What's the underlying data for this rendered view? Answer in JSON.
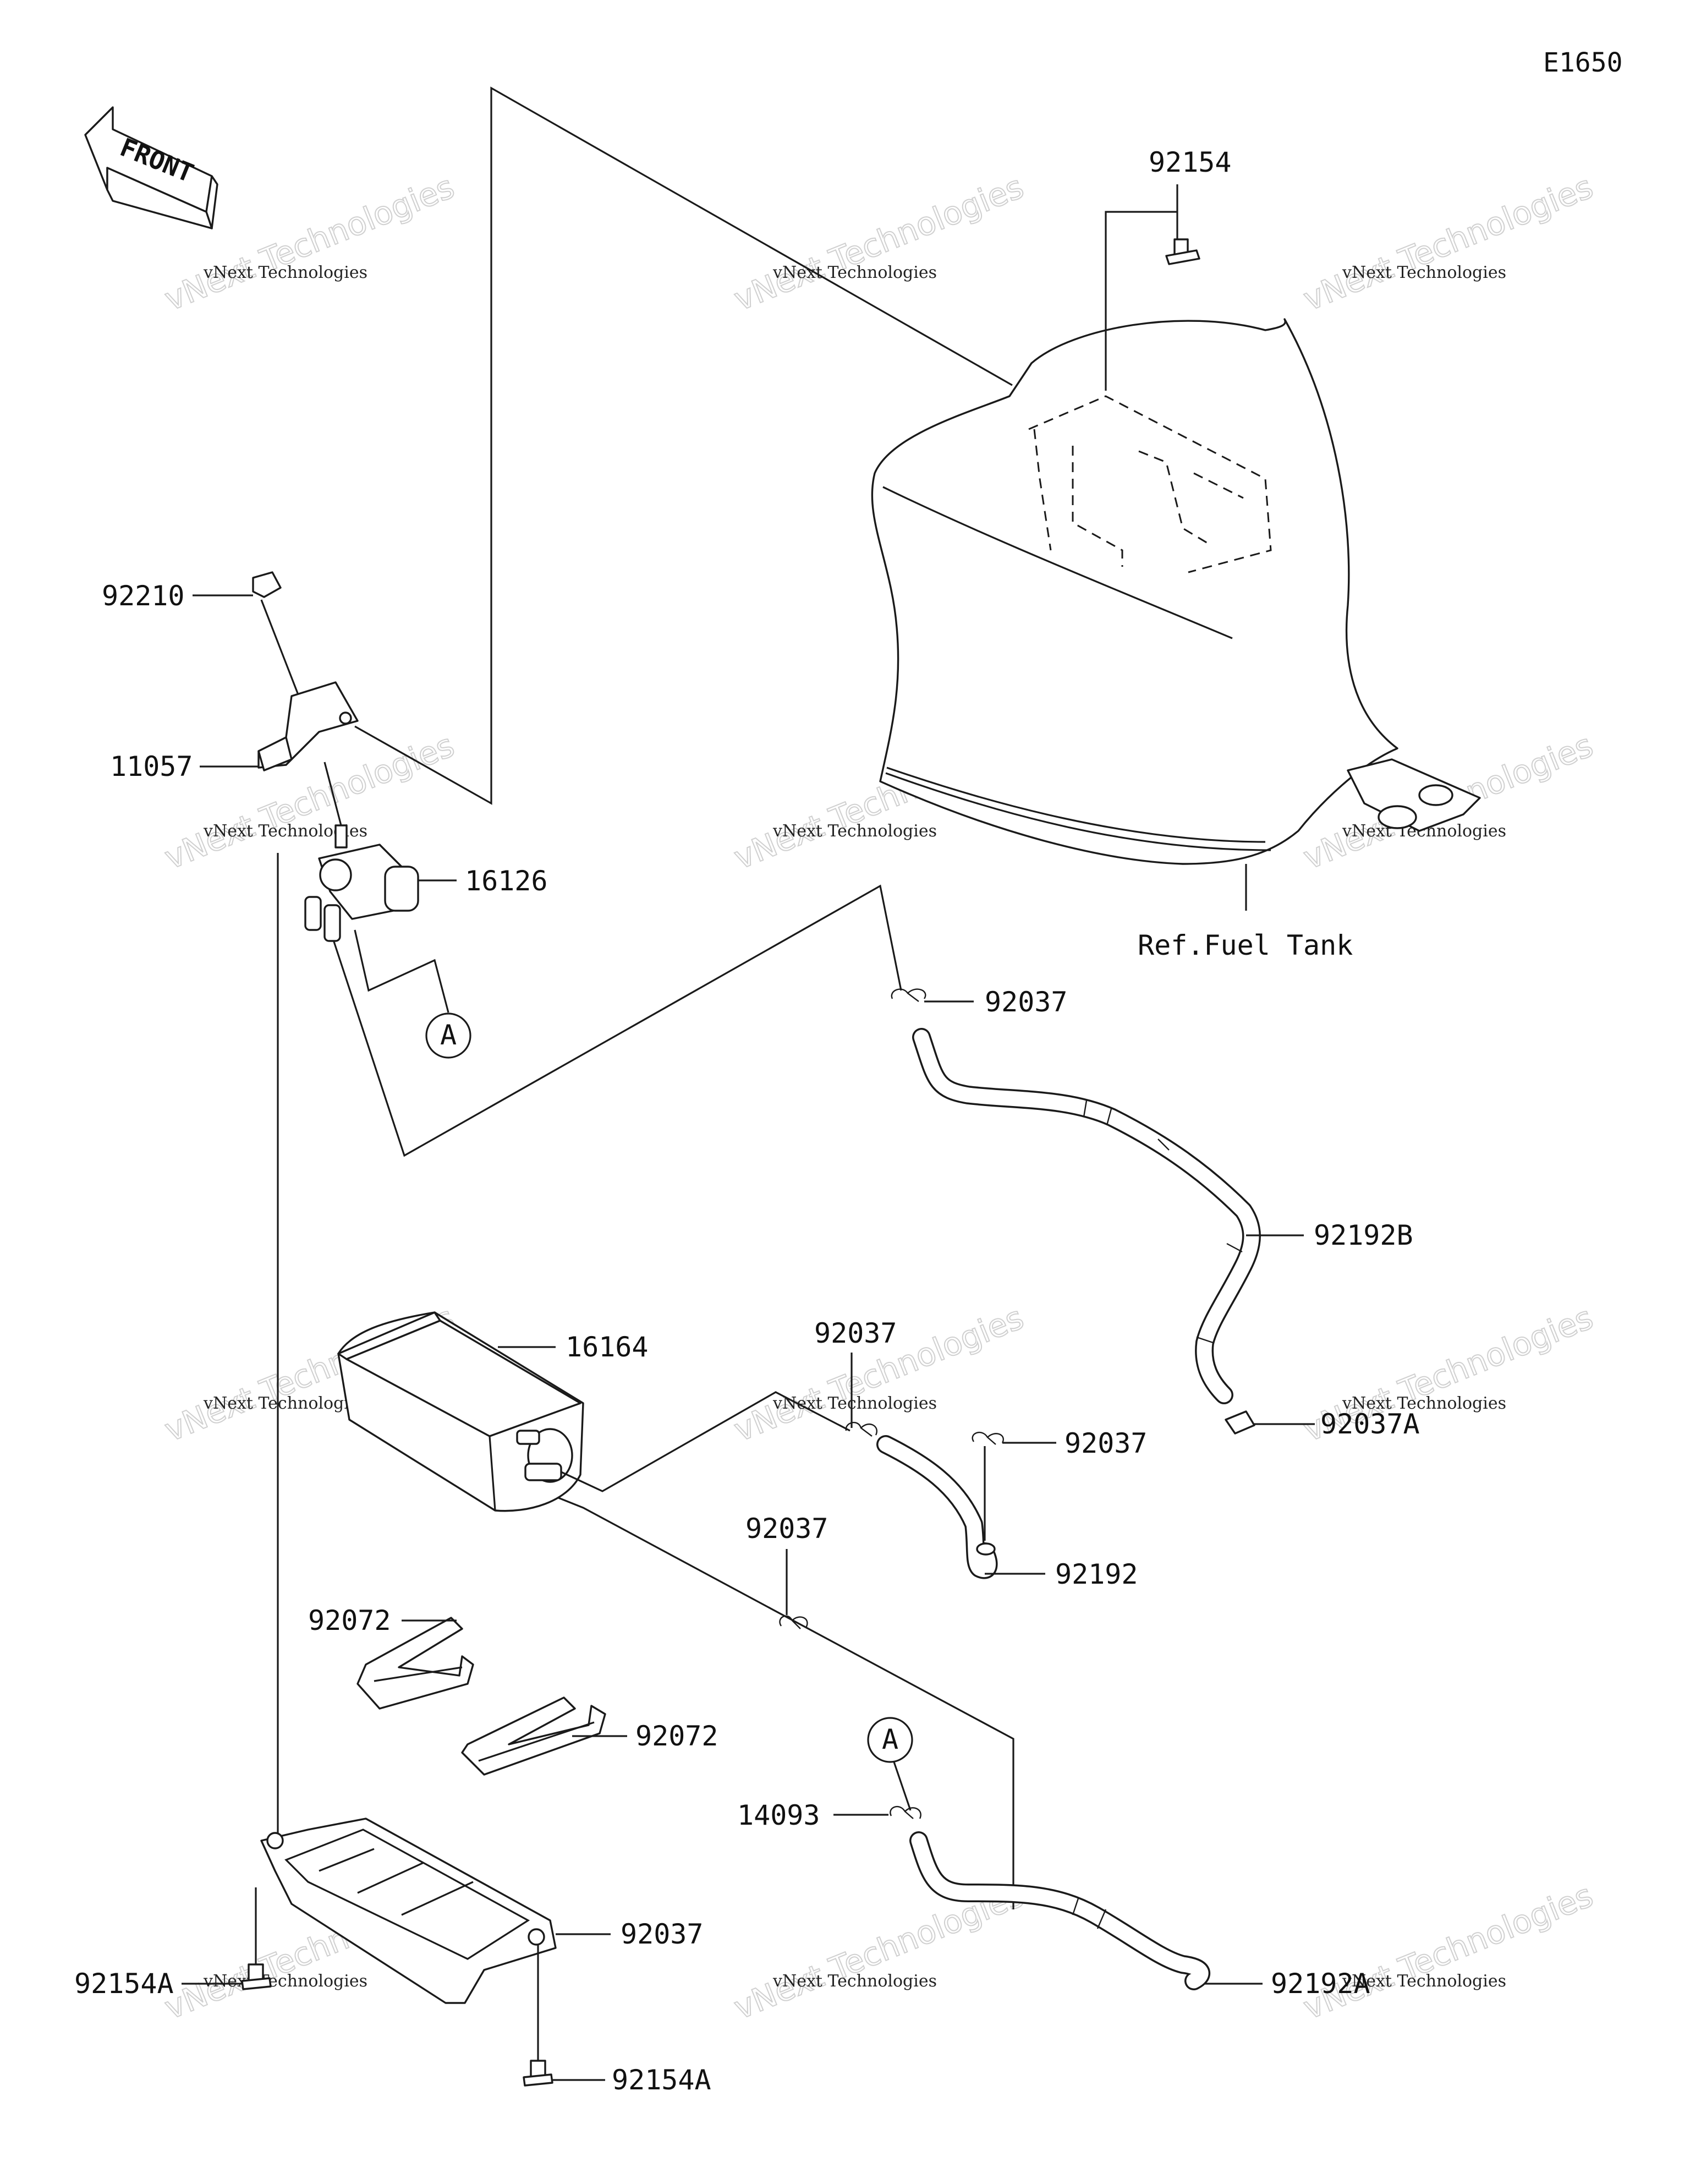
{
  "diagram_code": "E1650",
  "front_label": "FRONT",
  "ref_label": "Ref.Fuel Tank",
  "callout_letter": "A",
  "watermark_line1": "vNext Technologies",
  "watermark_line2": "vNext Technologies",
  "parts": [
    {
      "id": "p92154",
      "label": "92154"
    },
    {
      "id": "p92210",
      "label": "92210"
    },
    {
      "id": "p11057",
      "label": "11057"
    },
    {
      "id": "p16126",
      "label": "16126"
    },
    {
      "id": "p92037_a",
      "label": "92037"
    },
    {
      "id": "p92192B",
      "label": "92192B"
    },
    {
      "id": "p16164",
      "label": "16164"
    },
    {
      "id": "p92037_b",
      "label": "92037"
    },
    {
      "id": "p92037_c",
      "label": "92037"
    },
    {
      "id": "p92037A",
      "label": "92037A"
    },
    {
      "id": "p92192",
      "label": "92192"
    },
    {
      "id": "p92037_d",
      "label": "92037"
    },
    {
      "id": "p92072_a",
      "label": "92072"
    },
    {
      "id": "p92072_b",
      "label": "92072"
    },
    {
      "id": "p92037_e",
      "label": "92037"
    },
    {
      "id": "p14093",
      "label": "14093"
    },
    {
      "id": "p92154A_a",
      "label": "92154A"
    },
    {
      "id": "p92192A",
      "label": "92192A"
    },
    {
      "id": "p92154A_b",
      "label": "92154A"
    }
  ],
  "colors": {
    "line": "#1a1a1a",
    "background": "#ffffff",
    "watermark": "#d0d0d0"
  }
}
